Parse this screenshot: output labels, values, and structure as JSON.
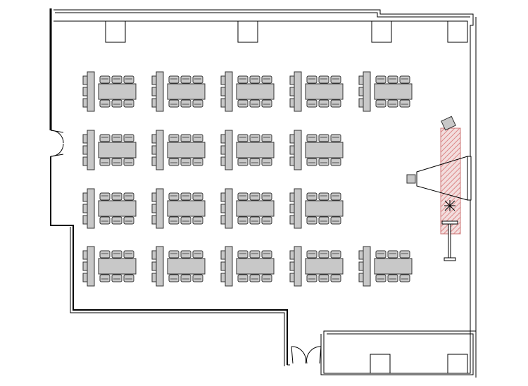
{
  "floor_plan": {
    "type": "classroom-layout",
    "rows": [
      {
        "tables": 5
      },
      {
        "tables": 4
      },
      {
        "tables": 4
      },
      {
        "tables": 5
      }
    ],
    "seats_per_side": 3,
    "colors": {
      "wall": "#000000",
      "furniture_fill": "#c8c8c8",
      "furniture_stroke": "#333333",
      "lectern_hatch": "#d46a6a",
      "lectern_fill": "#f3dede"
    }
  }
}
